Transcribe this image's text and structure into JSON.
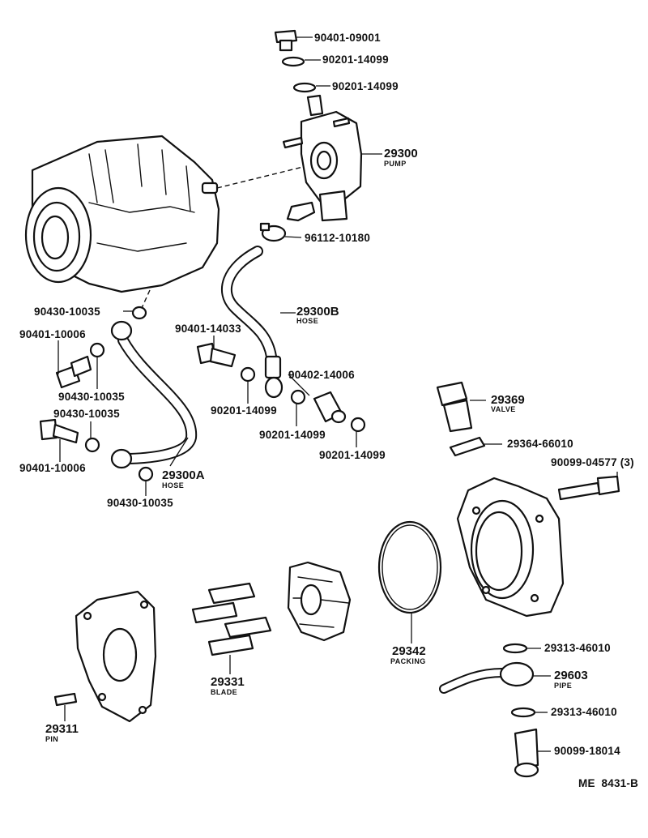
{
  "labels": {
    "p90401_09001": "90401-09001",
    "p90201_14099_a": "90201-14099",
    "p90201_14099_b": "90201-14099",
    "p29300": "29300",
    "pump": "PUMP",
    "p96112_10180": "96112-10180",
    "p90430_10035_a": "90430-10035",
    "p29300b": "29300B",
    "hose_b": "HOSE",
    "p90401_10006_a": "90401-10006",
    "p90401_14033": "90401-14033",
    "p90402_14006": "90402-14006",
    "p90430_10035_b": "90430-10035",
    "p90201_14099_c": "90201-14099",
    "p90430_10035_c": "90430-10035",
    "p90201_14099_d": "90201-14099",
    "p90201_14099_e": "90201-14099",
    "p90401_10006_b": "90401-10006",
    "p29300a": "29300A",
    "hose_a": "HOSE",
    "p90430_10035_d": "90430-10035",
    "p29369": "29369",
    "valve": "VALVE",
    "p29364_66010": "29364-66010",
    "p90099_04577": "90099-04577 (3)",
    "p29342": "29342",
    "packing": "PACKING",
    "p29313_46010_a": "29313-46010",
    "p29603": "29603",
    "pipe": "PIPE",
    "p29331": "29331",
    "blade": "BLADE",
    "p29311": "29311",
    "pin": "PIN",
    "p29313_46010_b": "29313-46010",
    "p90099_18014": "90099-18014",
    "ref": "ME  8431-B"
  }
}
